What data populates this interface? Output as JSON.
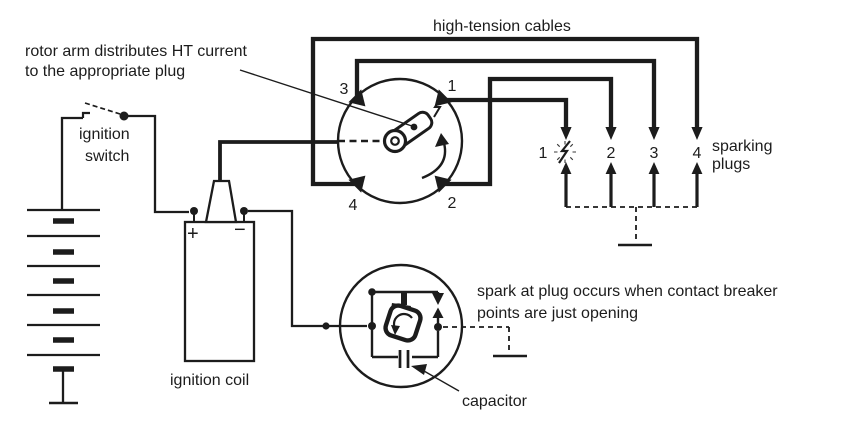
{
  "colors": {
    "ink": "#1c1c1c",
    "paper": "#ffffff"
  },
  "labels": {
    "high_tension_cables": "high-tension cables",
    "rotor_note_line1": "rotor arm distributes HT current",
    "rotor_note_line2": "to the appropriate plug",
    "ignition_switch_line1": "ignition",
    "ignition_switch_line2": "switch",
    "ignition_coil": "ignition coil",
    "sparking_plugs_line1": "sparking",
    "sparking_plugs_line2": "plugs",
    "breaker_note_line1": "spark at plug occurs when contact breaker",
    "breaker_note_line2": "points are just opening",
    "capacitor": "capacitor"
  },
  "coil": {
    "plus": "+",
    "minus": "−"
  },
  "distributor": {
    "terminal_top_left": "3",
    "terminal_top_right": "1",
    "terminal_bottom_left": "4",
    "terminal_bottom_right": "2"
  },
  "plugs": {
    "numbers": [
      "1",
      "2",
      "3",
      "4"
    ]
  }
}
